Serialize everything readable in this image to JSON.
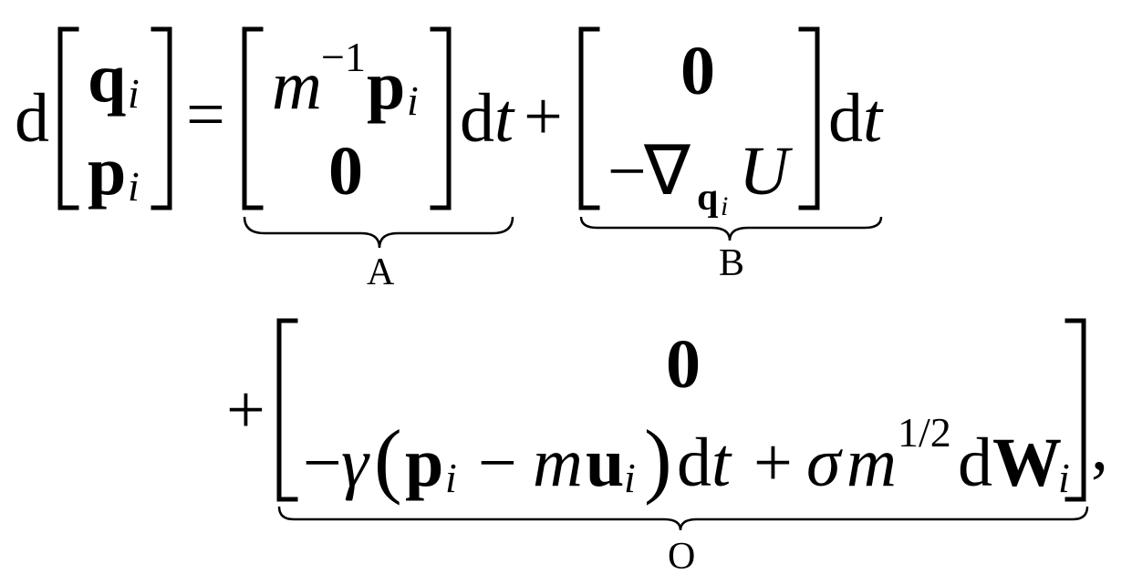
{
  "equation": {
    "lhs": {
      "d": "d",
      "q": "q",
      "p": "p",
      "i": "i"
    },
    "eq_sign": "=",
    "plus": "+",
    "minus": "−",
    "comma": ",",
    "term_a": {
      "m": "m",
      "inv": "−1",
      "p": "p",
      "i": "i",
      "zero": "0",
      "dt_d": "d",
      "dt_t": "t",
      "label": "A"
    },
    "term_b": {
      "zero": "0",
      "nabla": "∇",
      "q": "q",
      "i": "i",
      "U": "U",
      "dt_d": "d",
      "dt_t": "t",
      "label": "B"
    },
    "term_o": {
      "zero": "0",
      "gamma": "γ",
      "lparen": "(",
      "p": "p",
      "i": "i",
      "m": "m",
      "u": "u",
      "rparen": ")",
      "dt_d": "d",
      "dt_t": "t",
      "sigma": "σ",
      "half": "1/2",
      "dW_d": "d",
      "W": "W",
      "label": "O"
    }
  }
}
